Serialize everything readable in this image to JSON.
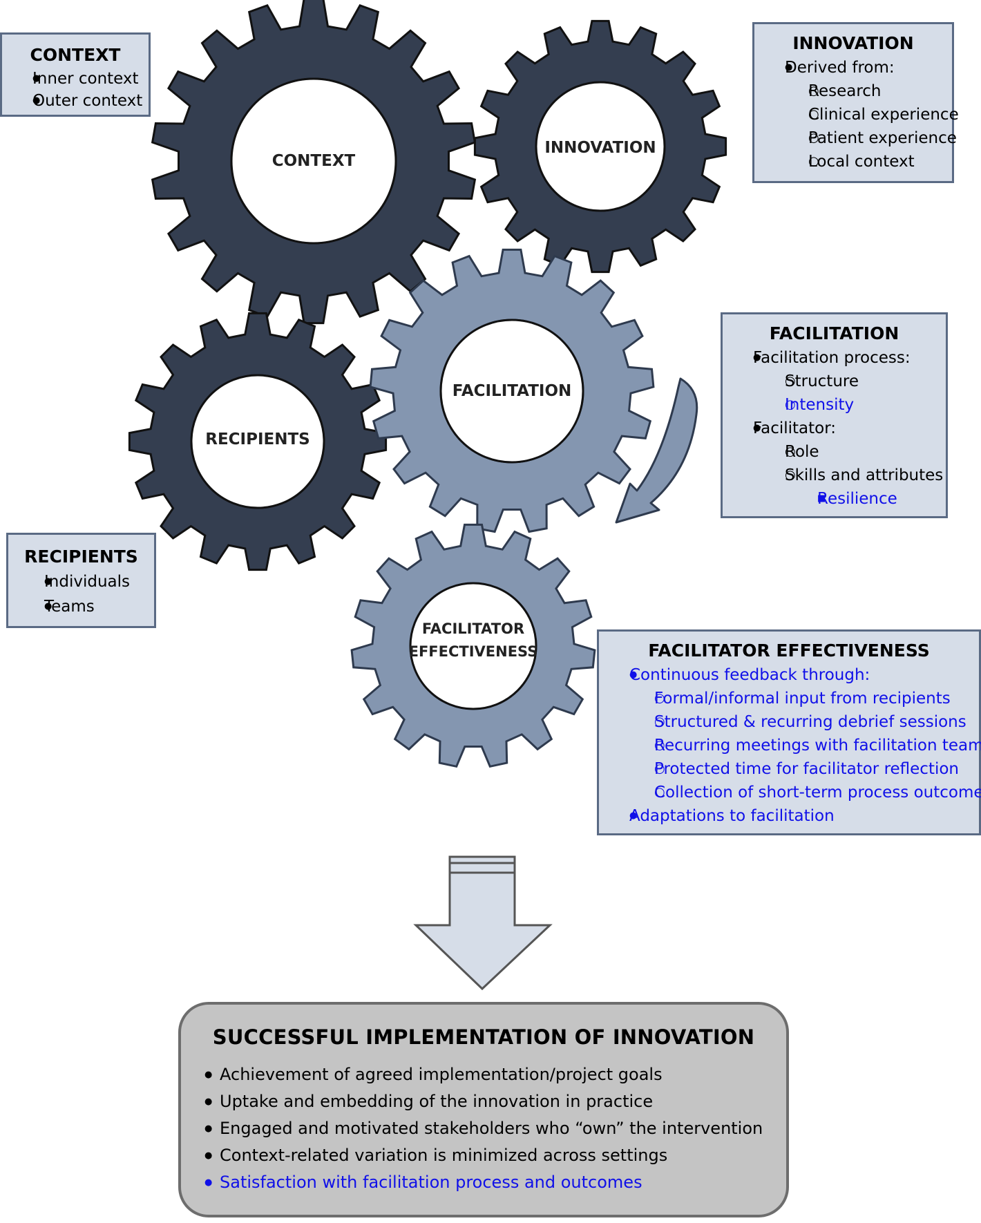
{
  "gears": {
    "context": "CONTEXT",
    "innovation": "INNOVATION",
    "facilitation": "FACILITATION",
    "recipients": "RECIPIENTS",
    "facilitator_effectiveness_line1": "FACILITATOR",
    "facilitator_effectiveness_line2": "EFFECTIVENESS"
  },
  "colors": {
    "dark_gear": "#343e50",
    "light_gear": "#8496b0",
    "box_fill": "#d6dde8",
    "box_border": "#5a6a84",
    "highlight_text": "#1010e8",
    "result_fill": "#c4c4c4"
  },
  "context_box": {
    "title": "CONTEXT",
    "items": [
      "Inner context",
      "Outer context"
    ]
  },
  "innovation_box": {
    "title": "INNOVATION",
    "derived": "Derived from:",
    "sources": [
      "Research",
      "Clinical experience",
      "Patient experience",
      "Local context"
    ]
  },
  "facilitation_box": {
    "title": "FACILITATION",
    "process": "Facilitation process:",
    "structure": "Structure",
    "intensity": "Intensity",
    "facilitator": "Facilitator:",
    "role": "Role",
    "skills": "Skills and attributes",
    "resilience": "Resilience"
  },
  "recipients_box": {
    "title": "RECIPIENTS",
    "items": [
      "Individuals",
      "Teams"
    ]
  },
  "effectiveness_box": {
    "title": "FACILITATOR EFFECTIVENESS",
    "feedback": "Continuous feedback through:",
    "sub": [
      "Formal/informal input from recipients",
      "Structured & recurring debrief sessions",
      "Recurring meetings with facilitation team",
      "Protected time for facilitator reflection",
      "Collection of short-term process outcomes"
    ],
    "adaptations": "Adaptations to facilitation"
  },
  "result": {
    "title": "SUCCESSFUL IMPLEMENTATION OF INNOVATION",
    "items": [
      "Achievement of agreed implementation/project goals",
      "Uptake and embedding of the innovation in practice",
      "Engaged and motivated stakeholders who “own” the intervention",
      "Context-related variation is minimized across settings"
    ],
    "highlight_item": "Satisfaction with facilitation process and outcomes"
  }
}
